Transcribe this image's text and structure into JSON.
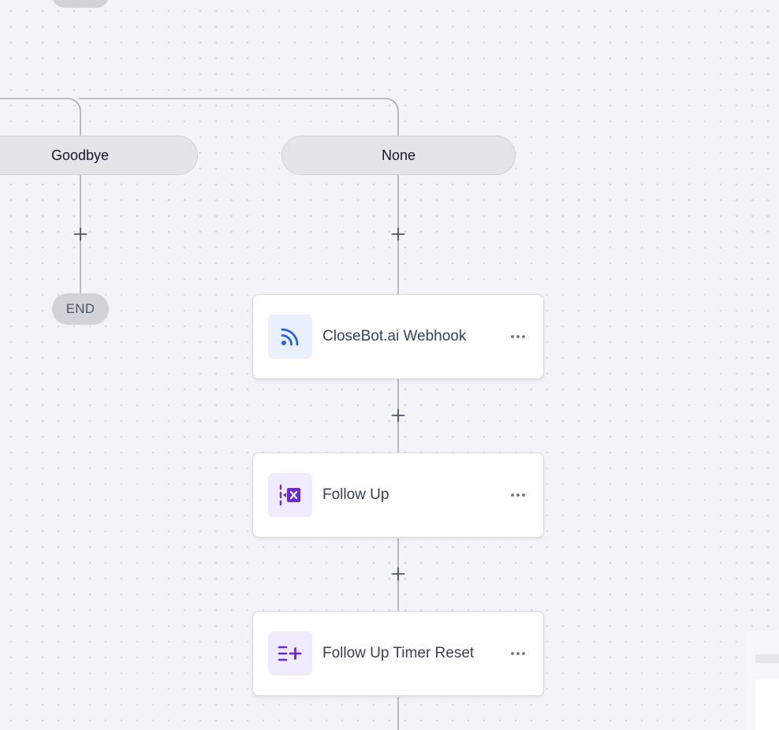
{
  "canvas": {
    "background_color": "#f3f4f8",
    "connector_color": "#a9acb3"
  },
  "branches": {
    "goodbye_label": "Goodbye",
    "none_label": "None"
  },
  "end_label": "END",
  "nodes": [
    {
      "label": "CloseBot.ai Webhook",
      "icon": "webhook-rss-icon",
      "icon_color": "#2563eb"
    },
    {
      "label": "Follow Up",
      "icon": "follow-up-icon",
      "icon_color": "#6d28d9"
    },
    {
      "label": "Follow Up Timer Reset",
      "icon": "list-add-icon",
      "icon_color": "#6d28d9"
    }
  ],
  "add_step_icon": "plus-icon",
  "more_options_icon": "more-horizontal-icon"
}
